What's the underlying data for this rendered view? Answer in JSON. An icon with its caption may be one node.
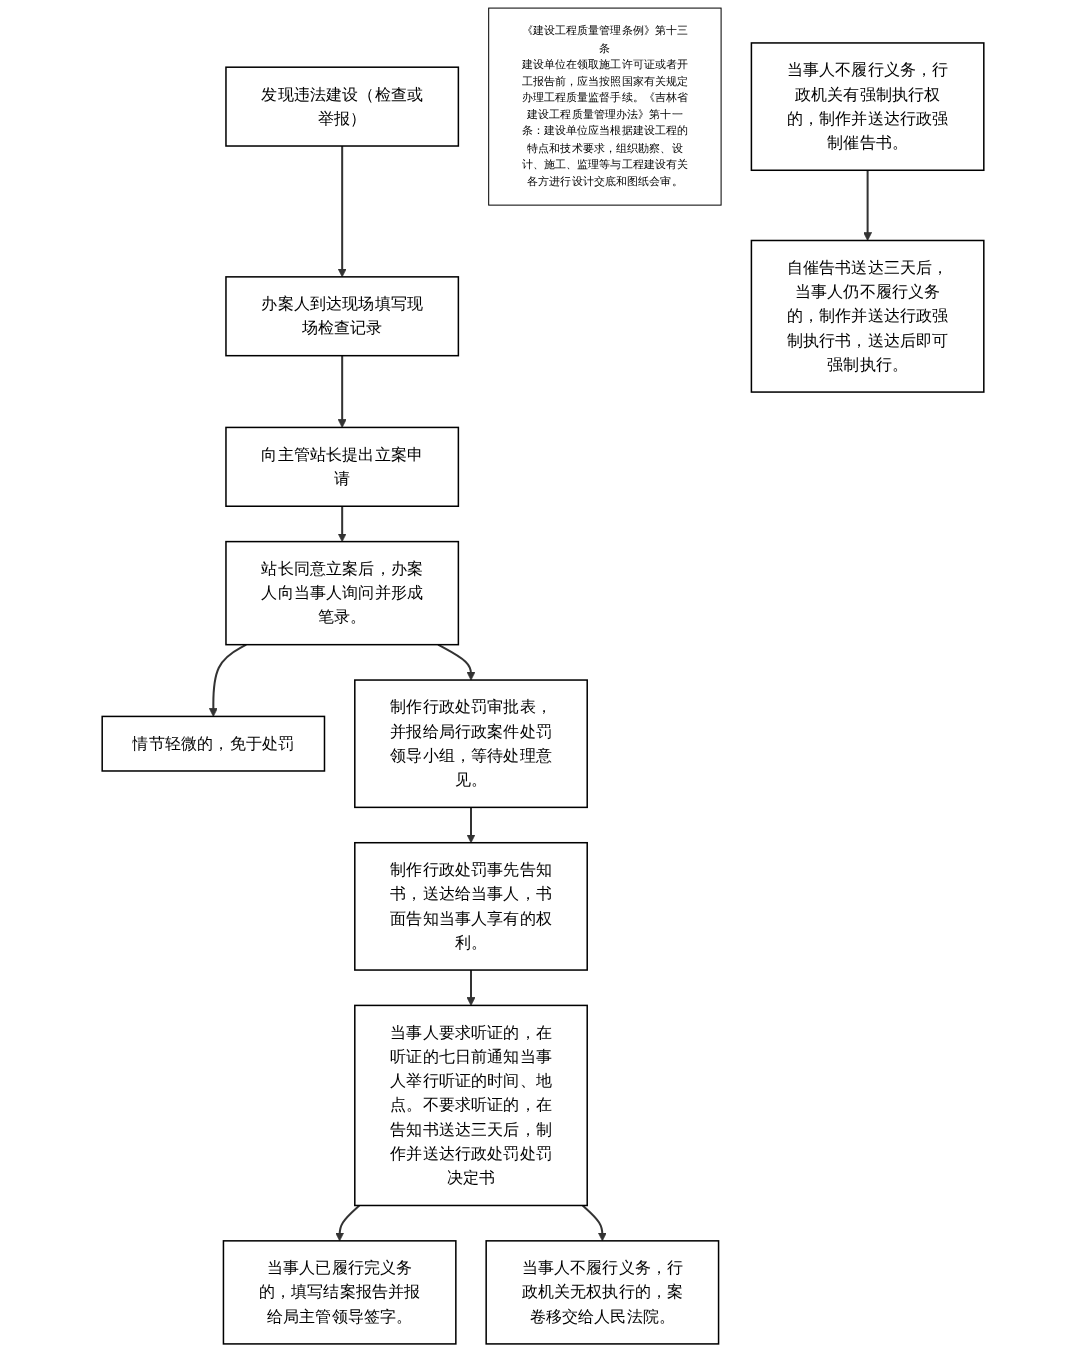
{
  "diagram": {
    "nodes": [
      {
        "text": [
          "发现违法建设（检查或举报）"
        ]
      },
      {
        "text": [
          "办案人到达现场填写现场检查记录"
        ]
      },
      {
        "text": [
          "向主管站长提出立案申请"
        ]
      },
      {
        "text": [
          "站长同意立案后，办案人向当事人询问并形成笔录。"
        ]
      },
      {
        "text": [
          "情节轻微的，免于处罚"
        ]
      },
      {
        "text": [
          "《建设工程质量管理条例》第十三条",
          "建设单位在领取施工许可证或者开工报告前，应当按照国家有关规定办理工程质量监督手续。《吉林省建设工程质量管理办法》第十一条：建设单位应当根据建设工程的特点和技术要求，组织勘察、设计、施工、监理等与工程建设有关各方进行设计交底和图纸会审。"
        ]
      },
      {
        "text": [
          "制作行政处罚审批表，并报给局行政案件处罚领导小组，等待处理意见。"
        ]
      },
      {
        "text": [
          "制作行政处罚事先告知书，送达给当事人，书面告知当事人享有的权利。"
        ]
      },
      {
        "text": [
          "当事人要求听证的，在听证的七日前通知当事人举行听证的时间、地点。不要求听证的，在告知书送达三天后，制作并送达行政处罚处罚决定书"
        ]
      },
      {
        "text": [
          "当事人已履行完义务的，填写结案报告并报给局主管领导签字。"
        ]
      },
      {
        "text": [
          "当事人不履行义务，行政机关无权执行的，案卷移交给人民法院。"
        ]
      },
      {
        "text": [
          "当事人不履行义务，行政机关有强制执行权的，制作并送达行政强制催告书。"
        ]
      },
      {
        "text": [
          "自催告书送达三天后，当事人仍不履行义务的，制作并送达行政强制执行书，送达后即可强制执行。"
        ]
      }
    ],
    "edges": [
      {
        "from": 0,
        "to": 1,
        "arrow": "to"
      },
      {
        "from": 1,
        "to": 2,
        "arrow": "to"
      },
      {
        "from": 2,
        "to": 3,
        "arrow": "to"
      },
      {
        "from": 3,
        "to": 4,
        "arrow": "to"
      },
      {
        "from": 3,
        "to": 6,
        "arrow": "to"
      },
      {
        "from": 6,
        "to": 7,
        "arrow": "to"
      },
      {
        "from": 7,
        "to": 8,
        "arrow": "to"
      },
      {
        "from": 8,
        "to": 9,
        "arrow": "to"
      },
      {
        "from": 8,
        "to": 10,
        "arrow": "to"
      },
      {
        "from": 11,
        "to": 12,
        "arrow": "to"
      }
    ]
  }
}
